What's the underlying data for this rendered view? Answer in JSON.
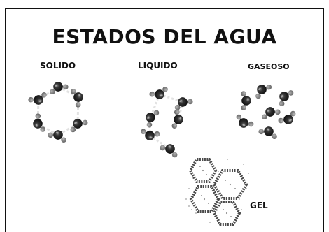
{
  "title": "ESTADOS DEL AGUA",
  "states": {
    "solid": "SOLIDO",
    "liquid": "LIQUIDO",
    "gas": "GASEOSO",
    "gel": "GEL"
  },
  "colors": {
    "oxygen": "#1c1c1c",
    "hydrogen": "#7a7a7a",
    "hydrogen_bond": "#dcdcdc",
    "gel_cluster": "#555555"
  }
}
